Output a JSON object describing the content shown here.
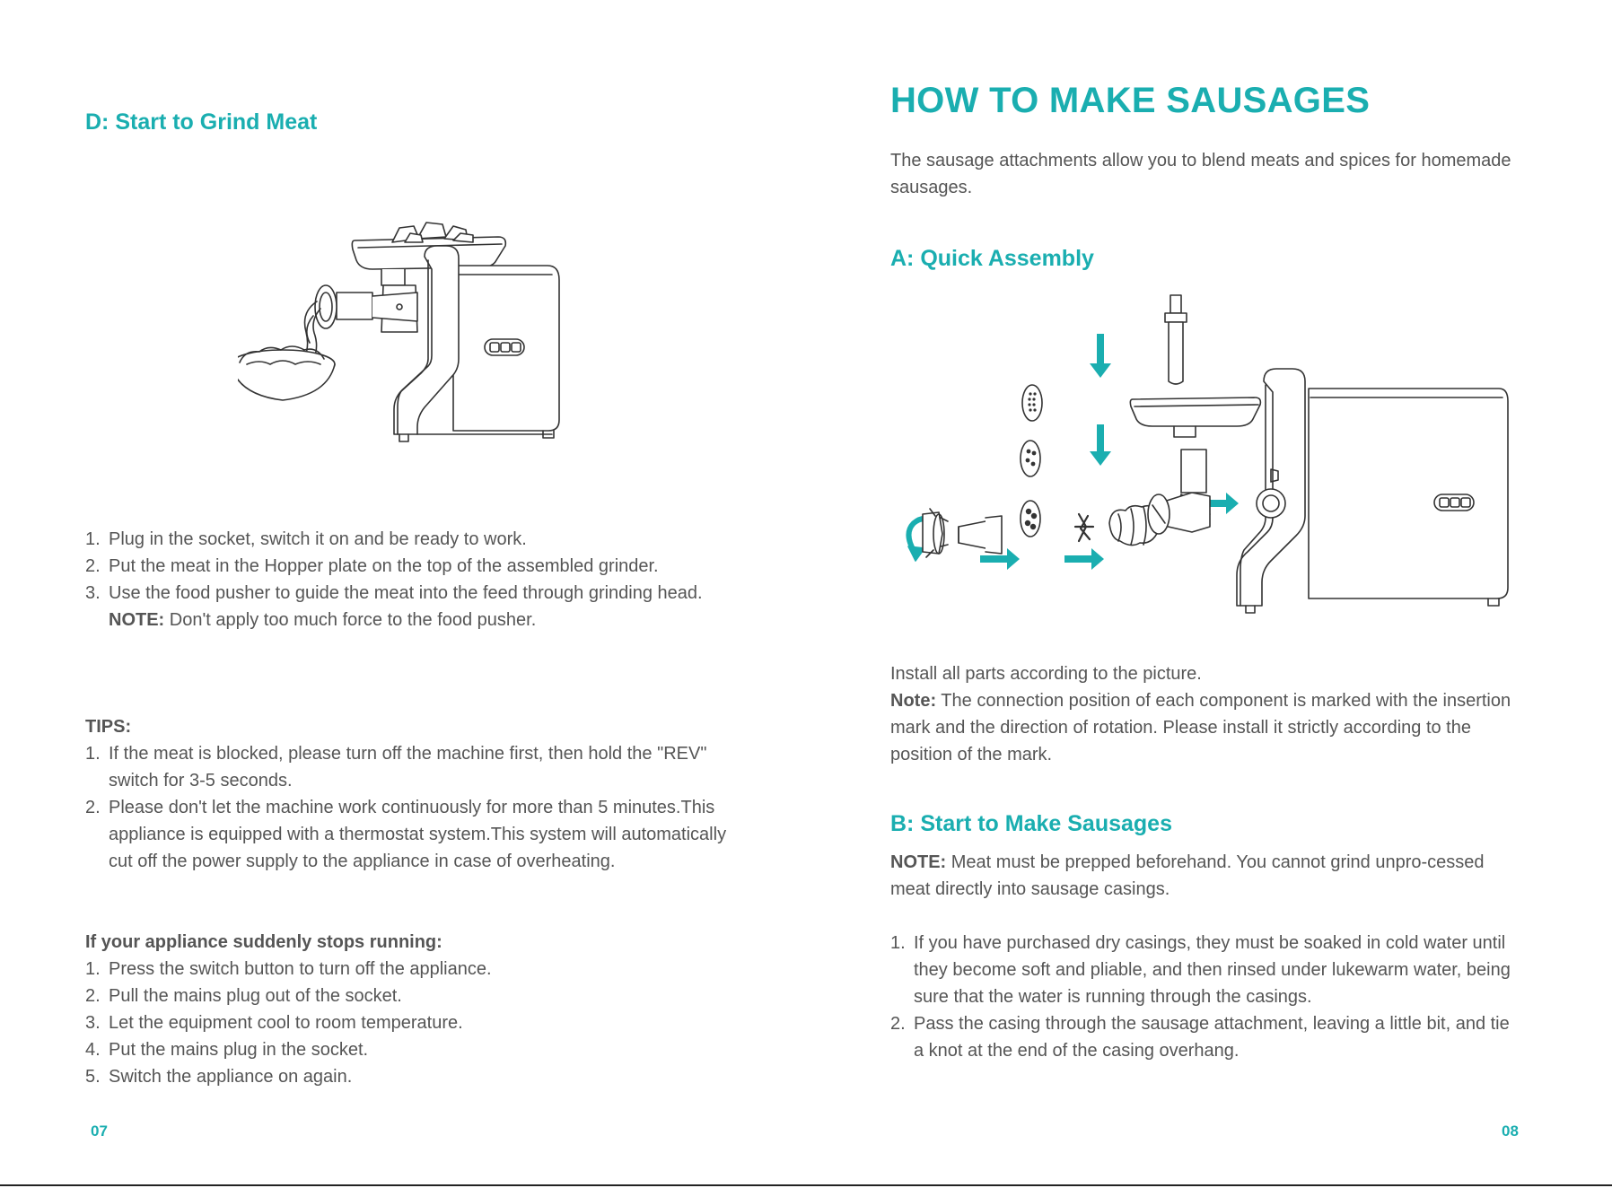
{
  "left": {
    "heading": "D: Start to Grind Meat",
    "steps": [
      {
        "n": "1.",
        "text": "Plug in the socket, switch it on and be ready to work."
      },
      {
        "n": "2.",
        "text": "Put the meat in the Hopper plate on the top of the assembled grinder."
      },
      {
        "n": "3.",
        "text": "Use the food pusher to guide the meat into the feed through grinding head."
      }
    ],
    "note_label": "NOTE:",
    "note_text": " Don't apply too much force to the food pusher.",
    "tips_heading": "TIPS:",
    "tips": [
      {
        "n": "1.",
        "text": "If the meat is blocked, please turn off the machine first, then hold the \"REV\" switch for 3-5 seconds."
      },
      {
        "n": "2.",
        "text": "Please don't let the machine work continuously for more than 5 minutes.This appliance is equipped with a thermostat system.This system will automatically cut off the power supply to the appliance in case of overheating."
      }
    ],
    "stops_heading": "If your appliance suddenly stops running:",
    "stops": [
      {
        "n": "1.",
        "text": "Press the switch button to turn off the appliance."
      },
      {
        "n": "2.",
        "text": "Pull the mains plug out of the socket."
      },
      {
        "n": "3.",
        "text": "Let the equipment cool to room temperature."
      },
      {
        "n": "4.",
        "text": "Put the mains plug in the socket."
      },
      {
        "n": "5.",
        "text": "Switch the appliance on again."
      }
    ],
    "page_number": "07"
  },
  "right": {
    "title": "HOW TO MAKE SAUSAGES",
    "intro": "The sausage attachments allow you to blend meats and spices for homemade sausages.",
    "assembly_heading": "A: Quick Assembly",
    "install_text": "Install all parts according to the picture.",
    "note_label": "Note:",
    "note_text": " The connection position of each component is marked with the insertion mark and the direction of rotation. Please install it strictly according to the position of the mark.",
    "start_heading": "B: Start to Make Sausages",
    "prep_label": "NOTE:",
    "prep_text": " Meat must be prepped beforehand. You cannot grind unpro-cessed meat directly into sausage casings.",
    "steps": [
      {
        "n": "1.",
        "text": "If you have purchased dry casings, they must be soaked in cold water until they become soft and pliable, and then rinsed under lukewarm water, being sure that the water is running through the casings."
      },
      {
        "n": "2.",
        "text": "Pass the casing through the sausage attachment, leaving a little bit, and tie a knot at the end of the casing overhang."
      }
    ],
    "page_number": "08"
  },
  "colors": {
    "accent": "#1aaeb0",
    "text": "#555555",
    "line": "#333333"
  }
}
